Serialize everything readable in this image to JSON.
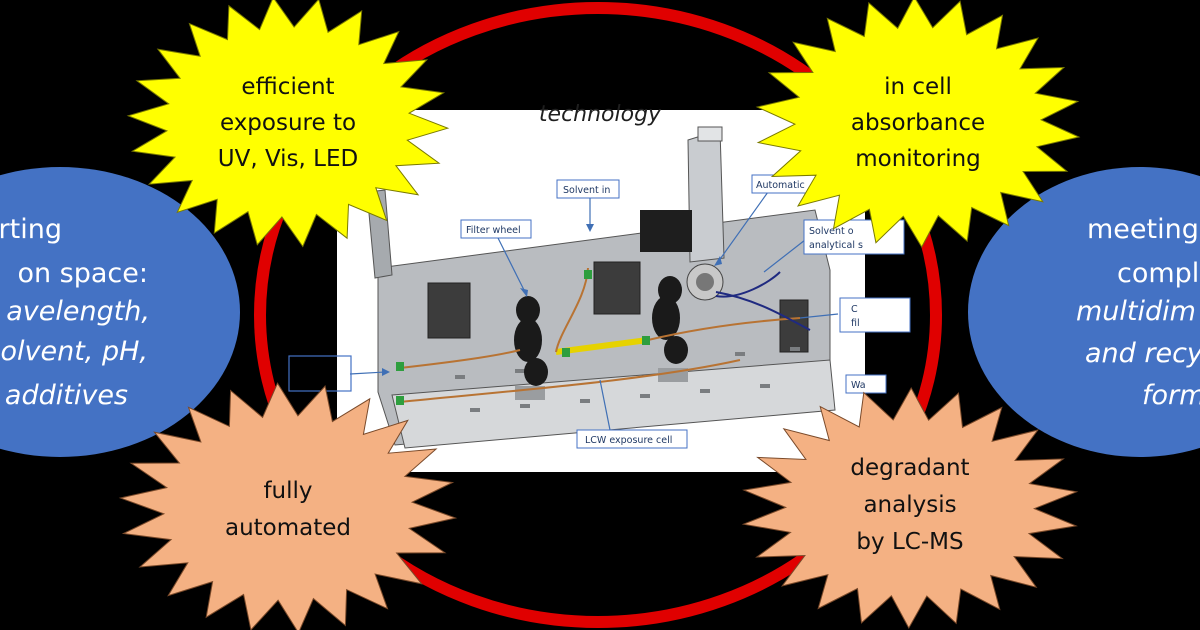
{
  "colors": {
    "background": "#000000",
    "ring": "#e00000",
    "ellipse": "#4472c4",
    "burst_yellow": "#ffff00",
    "burst_orange": "#f4b183",
    "panel": "#ffffff",
    "label_border": "#4472c4"
  },
  "left_ellipse": {
    "lines": [
      "rting",
      "on space:"
    ],
    "italic_lines": [
      "avelength,",
      "olvent, pH,",
      "additives"
    ]
  },
  "right_ellipse": {
    "lines": [
      "meeting",
      "compl"
    ],
    "italic_lines": [
      "multidim",
      "and recy",
      "form"
    ]
  },
  "bursts": {
    "top_left": {
      "lines": [
        "efficient",
        "exposure to",
        "UV, Vis, LED"
      ]
    },
    "top_right": {
      "lines": [
        "in cell",
        "absorbance",
        "monitoring"
      ]
    },
    "bottom_left": {
      "lines": [
        "fully",
        "automated"
      ]
    },
    "bottom_right": {
      "lines": [
        "degradant",
        "analysis",
        "by LC-MS"
      ]
    }
  },
  "device": {
    "title": "technology",
    "labels": {
      "solvent_in": "Solvent in",
      "filter_wheel": "Filter wheel",
      "automatic": "Automatic",
      "solvent_out_1": "Solvent o",
      "solvent_out_2": "analytical s",
      "clipped_1": "C",
      "clipped_2": "fil",
      "clipped_3": "Wa",
      "lcw_cell": "LCW exposure cell"
    }
  }
}
